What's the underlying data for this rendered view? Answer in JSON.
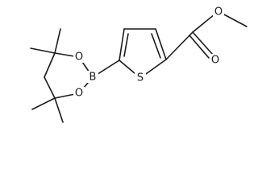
{
  "molecule": {
    "atoms": {
      "boron": "B",
      "oxygen_ring_top": "O",
      "oxygen_ring_bottom": "O",
      "sulfur": "S",
      "oxygen_carbonyl": "O",
      "oxygen_ester": "O"
    }
  }
}
